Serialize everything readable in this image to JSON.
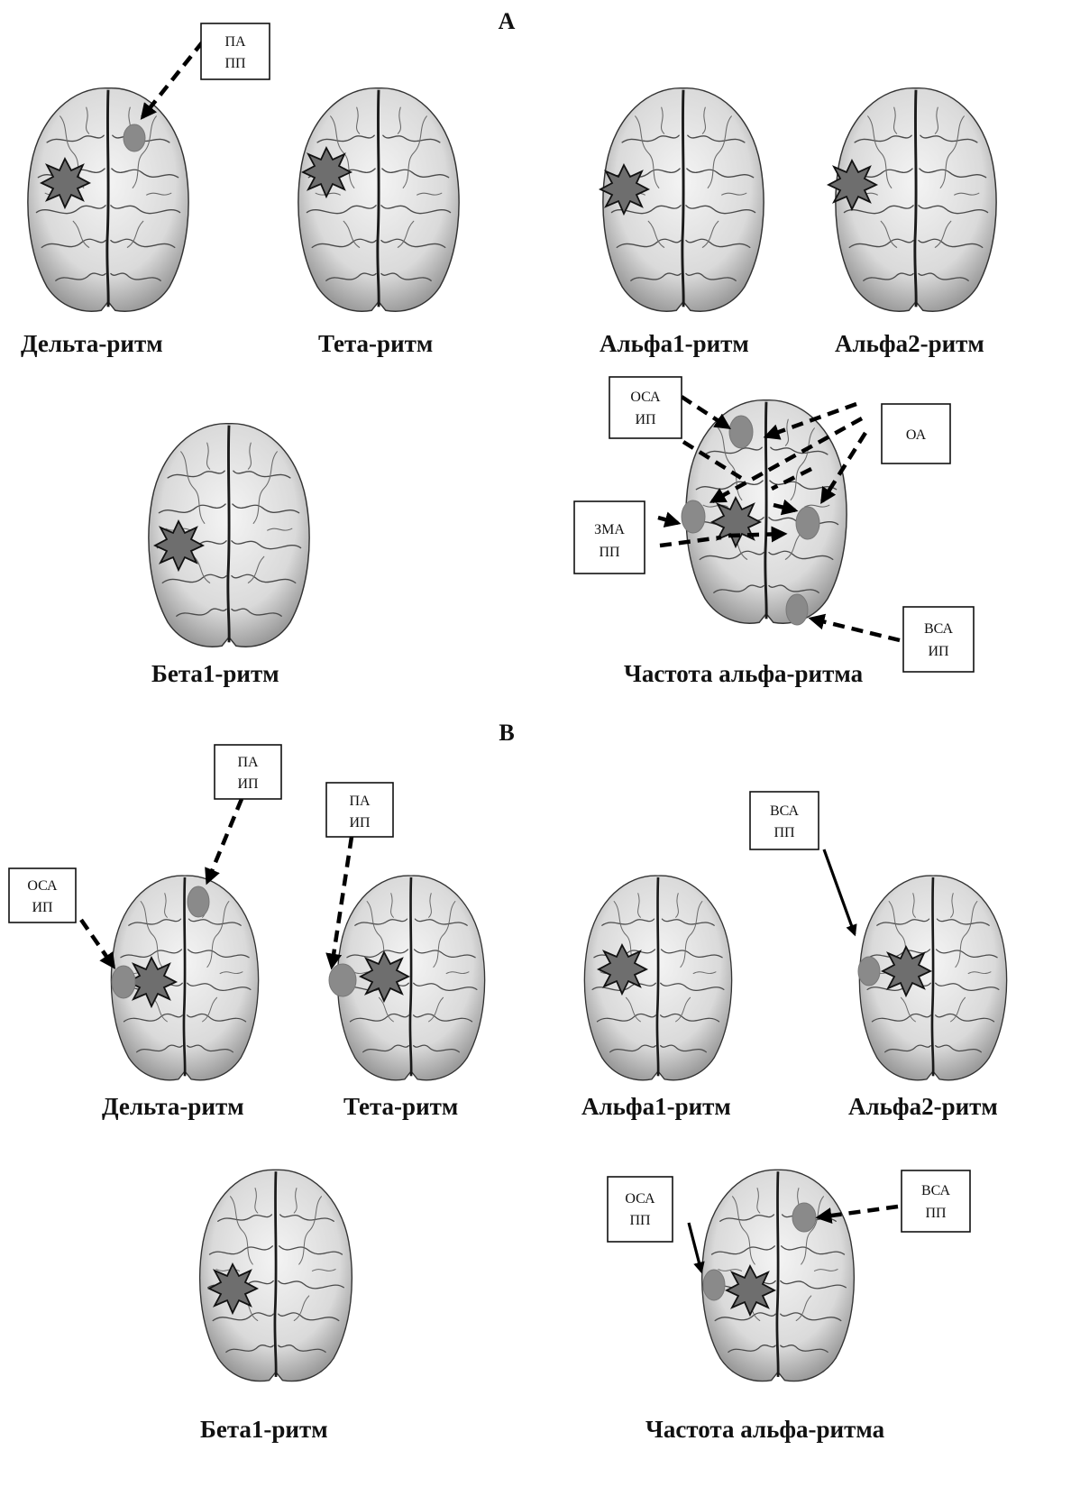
{
  "sections": {
    "A": "A",
    "B": "B"
  },
  "labels": {
    "delta": "Дельта-ритм",
    "theta": "Тета-ритм",
    "alpha1": "Альфа1-ритм",
    "alpha2": "Альфа2-ритм",
    "beta1": "Бета1-ритм",
    "alpha_freq": "Частота альфа-ритма"
  },
  "boxes": {
    "a_delta": [
      "ПА",
      "ПП"
    ],
    "a_freq_osa": [
      "ОСА",
      "ИП"
    ],
    "a_freq_oa": [
      "ОА"
    ],
    "a_freq_zma": [
      "ЗМА",
      "ПП"
    ],
    "a_freq_vsa": [
      "ВСА",
      "ИП"
    ],
    "b_delta_pa": [
      "ПА",
      "ИП"
    ],
    "b_delta_osa": [
      "ОСА",
      "ИП"
    ],
    "b_theta_pa": [
      "ПА",
      "ИП"
    ],
    "b_alpha2_vsa": [
      "ВСА",
      "ПП"
    ],
    "b_freq_osa": [
      "ОСА",
      "ПП"
    ],
    "b_freq_vsa": [
      "ВСА",
      "ПП"
    ]
  },
  "colors": {
    "star": "#6e6e6e",
    "spot": "#8a8a8a",
    "brain": "#e4e4e4"
  }
}
